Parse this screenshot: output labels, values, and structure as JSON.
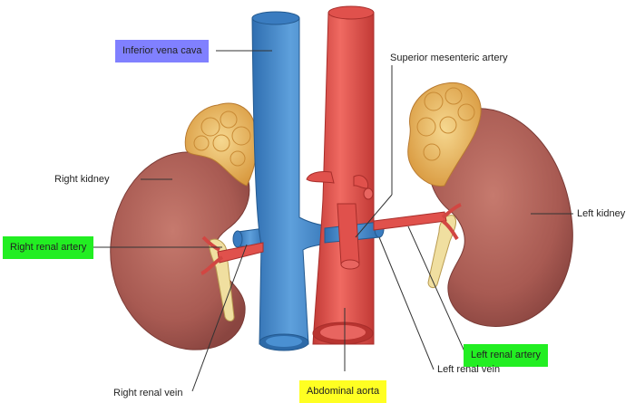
{
  "labels": {
    "inferior_vena_cava": "Inferior vena cava",
    "superior_mesenteric_artery": "Superior mesenteric artery",
    "right_kidney": "Right kidney",
    "left_kidney": "Left kidney",
    "right_renal_artery": "Right renal artery",
    "left_renal_artery": "Left renal artery",
    "left_renal_vein": "Left renal vein",
    "right_renal_vein": "Right renal vein",
    "abdominal_aorta": "Abdominal aorta"
  },
  "highlight_colors": {
    "inferior_vena_cava": "#8080ff",
    "right_renal_artery": "#22ee22",
    "left_renal_artery": "#22ee22",
    "abdominal_aorta": "#ffff22"
  },
  "anatomy_colors": {
    "kidney": "#b5625a",
    "adrenal_gland": "#e9b867",
    "vein": "#4a8fd0",
    "artery": "#e0514c",
    "ureter": "#f0dfa0"
  }
}
